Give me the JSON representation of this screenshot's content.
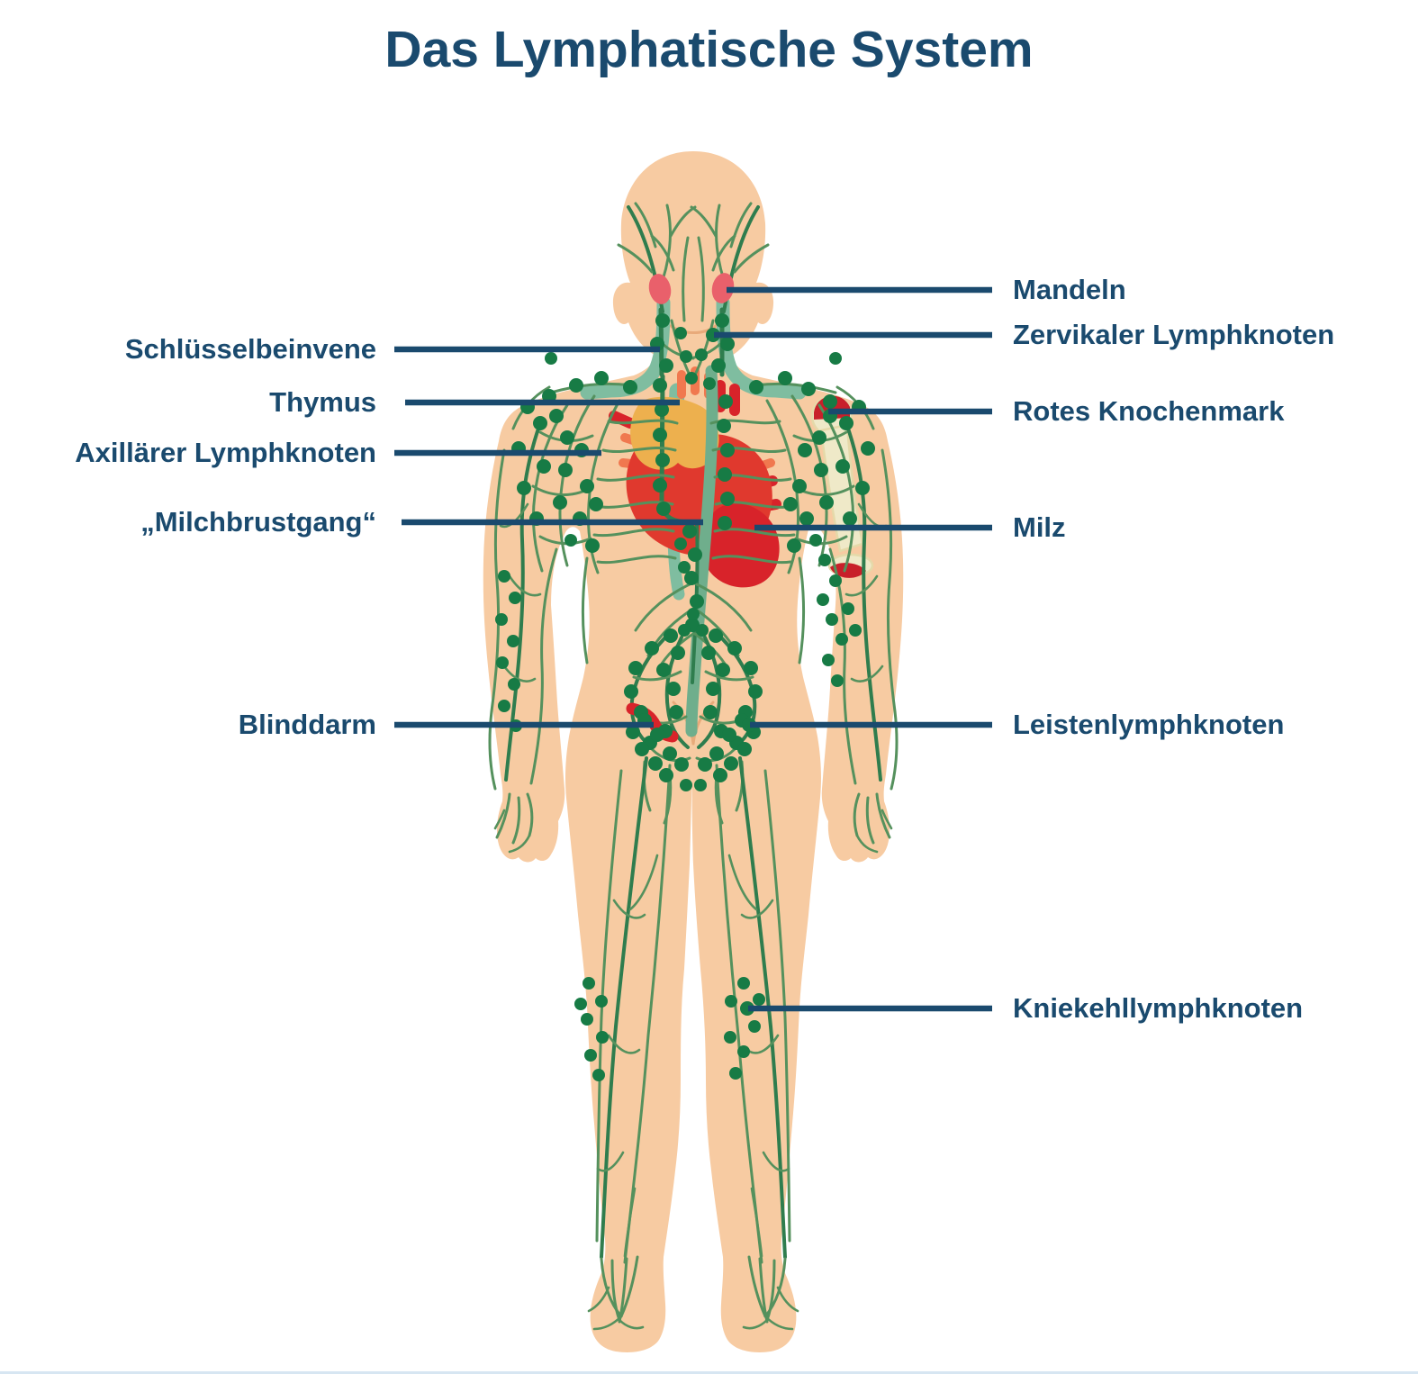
{
  "title": "Das Lymphatische System",
  "labels": {
    "left": [
      {
        "text": "Schlüsselbeinvene"
      },
      {
        "text": "Thymus"
      },
      {
        "text": "Axillärer Lymphknoten"
      },
      {
        "text": "„Milchbrustgang“"
      },
      {
        "text": "Blinddarm"
      }
    ],
    "right": [
      {
        "text": "Mandeln"
      },
      {
        "text": "Zervikaler Lymphknoten"
      },
      {
        "text": "Rotes Knochenmark"
      },
      {
        "text": "Milz"
      },
      {
        "text": "Leistenlymphknoten"
      },
      {
        "text": "Kniekehllymphknoten"
      }
    ]
  },
  "colors": {
    "label_text": "#1A4A6E",
    "leader_line": "#1A4A6E",
    "skin": "#F7CBA2",
    "skin_contour": "#E8AA7A",
    "vessel_green": "#55915D",
    "trunk_green": "#2F7D4E",
    "node_green": "#177B45",
    "vein_teal": "#7FBDA0",
    "duct_sage": "#6FAE8C",
    "heart_red": "#E0392E",
    "organ_red": "#D8232A",
    "marrow_red": "#C8202A",
    "artery_orange": "#F0784F",
    "thymus_orange": "#EDB04E",
    "tonsil_pink": "#E9606B",
    "bone_cream": "#EFE9C8",
    "bone_outline": "#E5D9A9"
  }
}
